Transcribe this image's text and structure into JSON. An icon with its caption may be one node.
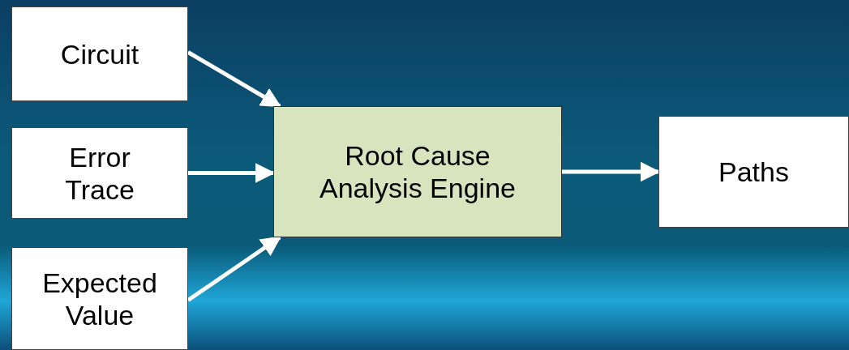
{
  "diagram": {
    "nodes": [
      {
        "text": [
          "Circuit"
        ]
      },
      {
        "text": [
          "Error Trace"
        ]
      },
      {
        "text": [
          "Expected Value"
        ]
      },
      {
        "text": [
          "Root Cause Analysis Engine"
        ]
      },
      {
        "text": [
          "Paths"
        ]
      }
    ],
    "edges": [
      {
        "from": 0,
        "to": 3,
        "arrow": "to"
      },
      {
        "from": 1,
        "to": 3,
        "arrow": "to"
      },
      {
        "from": 2,
        "to": 3,
        "arrow": "to"
      },
      {
        "from": 3,
        "to": 4,
        "arrow": "to"
      }
    ]
  }
}
